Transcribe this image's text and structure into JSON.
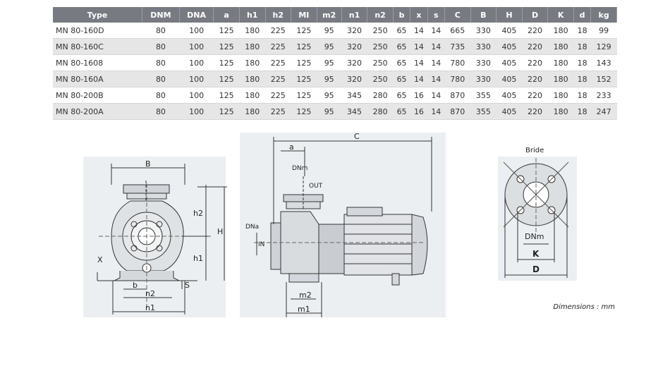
{
  "table": {
    "headers": [
      "Type",
      "DNM",
      "DNA",
      "a",
      "h1",
      "h2",
      "MI",
      "m2",
      "n1",
      "n2",
      "b",
      "x",
      "s",
      "C",
      "B",
      "H",
      "D",
      "K",
      "d",
      "kg"
    ],
    "rows": [
      [
        "MN 80-160D",
        "80",
        "100",
        "125",
        "180",
        "225",
        "125",
        "95",
        "320",
        "250",
        "65",
        "14",
        "14",
        "665",
        "330",
        "405",
        "220",
        "180",
        "18",
        "99"
      ],
      [
        "MN 80-160C",
        "80",
        "100",
        "125",
        "180",
        "225",
        "125",
        "95",
        "320",
        "250",
        "65",
        "14",
        "14",
        "735",
        "330",
        "405",
        "220",
        "180",
        "18",
        "129"
      ],
      [
        "MN 80-1608",
        "80",
        "100",
        "125",
        "180",
        "225",
        "125",
        "95",
        "320",
        "250",
        "65",
        "14",
        "14",
        "780",
        "330",
        "405",
        "220",
        "180",
        "18",
        "143"
      ],
      [
        "MN 80-160A",
        "80",
        "100",
        "125",
        "180",
        "225",
        "125",
        "95",
        "320",
        "250",
        "65",
        "14",
        "14",
        "780",
        "330",
        "405",
        "220",
        "180",
        "18",
        "152"
      ],
      [
        "MN 80-200B",
        "80",
        "100",
        "125",
        "180",
        "225",
        "125",
        "95",
        "345",
        "280",
        "65",
        "16",
        "14",
        "870",
        "355",
        "405",
        "220",
        "180",
        "18",
        "233"
      ],
      [
        "MN 80-200A",
        "80",
        "100",
        "125",
        "180",
        "225",
        "125",
        "95",
        "345",
        "280",
        "65",
        "16",
        "14",
        "870",
        "355",
        "405",
        "220",
        "180",
        "18",
        "247"
      ]
    ]
  },
  "front_view": {
    "B": "B",
    "h2": "h2",
    "H": "H",
    "h1": "h1",
    "X": "X",
    "b": "b",
    "n2": "n2",
    "S": "S",
    "n1": "n1"
  },
  "side_view": {
    "C": "C",
    "a": "a",
    "DNm": "DNm",
    "OUT": "OUT",
    "DNa": "DNa",
    "IN": "IN",
    "m2": "m2",
    "m1": "m1"
  },
  "flange_view": {
    "title": "Bride",
    "DNm": "DNm",
    "K": "K",
    "D": "D"
  },
  "footnote": "Dimensions : mm"
}
